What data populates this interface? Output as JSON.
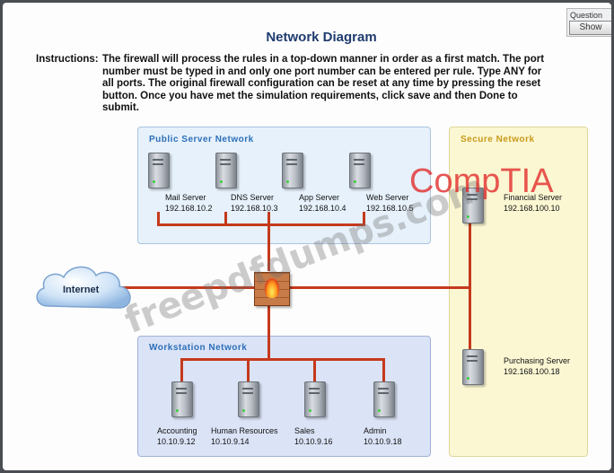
{
  "question_box": {
    "label": "Question",
    "button": "Show"
  },
  "title": "Network Diagram",
  "instructions": {
    "label": "Instructions:",
    "text": "The firewall will process the rules in a top-down manner in order as a first match. The port number must be typed in and only one port number can be entered per rule. Type ANY for all ports. The original firewall configuration can be reset at any time by pressing the reset button. Once you have met the simulation requirements, click save and then Done to submit."
  },
  "zones": {
    "public": "Public Server Network",
    "secure": "Secure Network",
    "workstation": "Workstation Network"
  },
  "internet_label": "Internet",
  "public_servers": [
    {
      "name": "Mail Server",
      "ip": "192.168.10.2"
    },
    {
      "name": "DNS Server",
      "ip": "192.168.10.3"
    },
    {
      "name": "App Server",
      "ip": "192.168.10.4"
    },
    {
      "name": "Web Server",
      "ip": "192.168.10.5"
    }
  ],
  "secure_servers": [
    {
      "name": "Financial Server",
      "ip": "192.168.100.10"
    },
    {
      "name": "Purchasing Server",
      "ip": "192.168.100.18"
    }
  ],
  "workstations": [
    {
      "name": "Accounting",
      "ip": "10.10.9.12"
    },
    {
      "name": "Human Resources",
      "ip": "10.10.9.14"
    },
    {
      "name": "Sales",
      "ip": "10.10.9.16"
    },
    {
      "name": "Admin",
      "ip": "10.10.9.18"
    }
  ],
  "watermarks": {
    "site": "freepdfdumps.com",
    "brand": "CompTIA"
  },
  "colors": {
    "wire": "#c4391c",
    "title": "#1f3b6e",
    "zone_title_blue": "#2d6fb8",
    "zone_title_gold": "#c89a1a"
  }
}
